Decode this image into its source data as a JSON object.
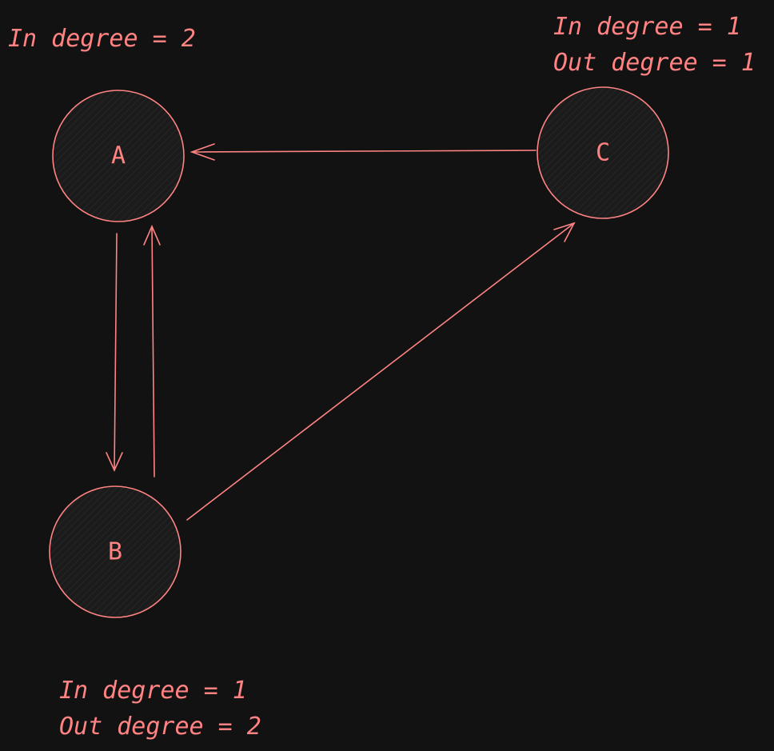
{
  "colors": {
    "background": "#121212",
    "stroke": "#ff8383",
    "node_fill": "#1e1e1e"
  },
  "nodes": [
    {
      "id": "A",
      "label": "A"
    },
    {
      "id": "B",
      "label": "B"
    },
    {
      "id": "C",
      "label": "C"
    }
  ],
  "edges": [
    {
      "from": "A",
      "to": "B"
    },
    {
      "from": "B",
      "to": "A"
    },
    {
      "from": "C",
      "to": "A"
    },
    {
      "from": "B",
      "to": "C"
    }
  ],
  "annotations": {
    "A": {
      "in": "In degree = 2"
    },
    "B": {
      "in": "In degree = 1",
      "out": "Out degree = 2"
    },
    "C": {
      "in": "In degree = 1",
      "out": "Out degree = 1"
    }
  }
}
